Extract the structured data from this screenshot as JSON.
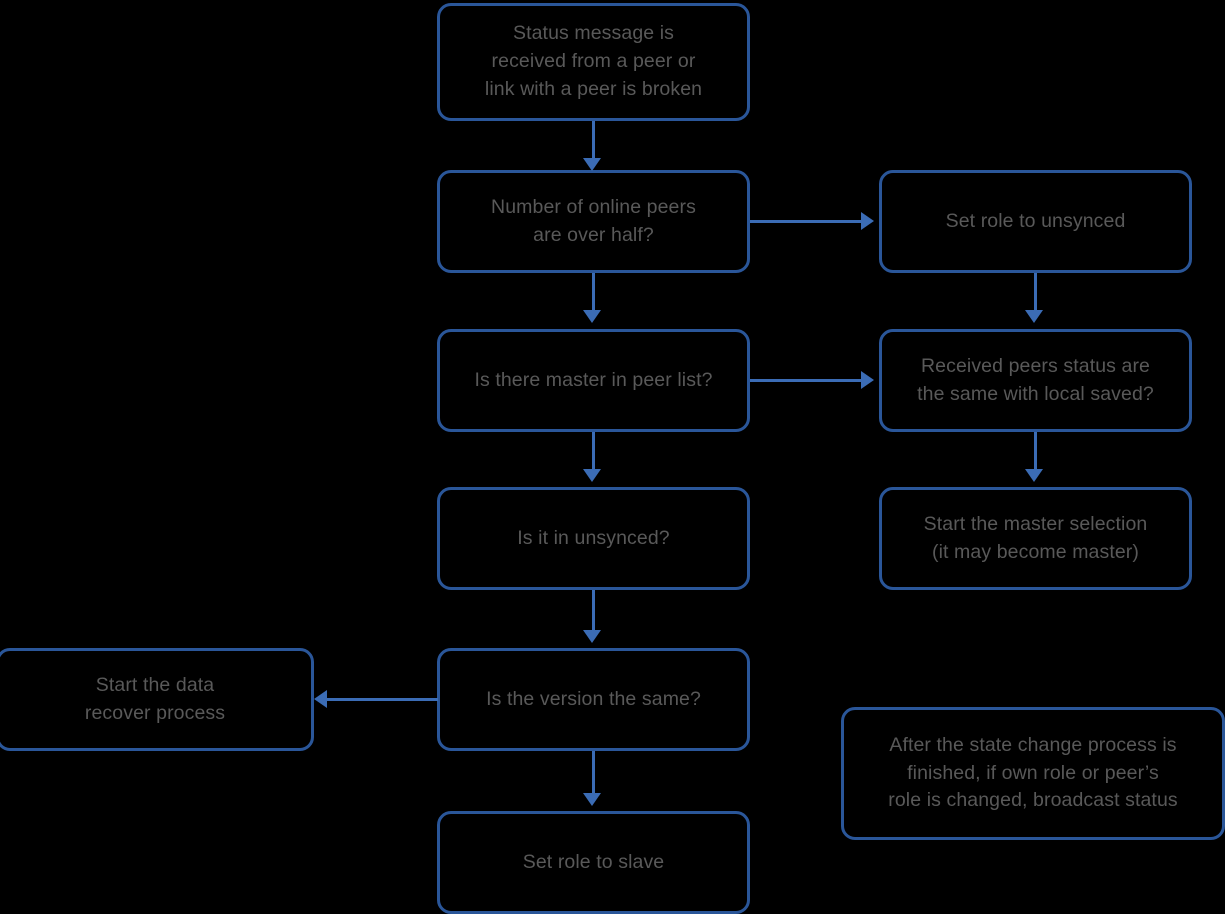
{
  "diagram": {
    "title": "Peer status change state machine flowchart",
    "colors": {
      "background": "#000000",
      "node_border": "#2a5699",
      "node_fill": "#000000",
      "text": "#595959",
      "edge": "#3b6cb5"
    },
    "nodes": [
      {
        "id": "status-message-received",
        "label": "Status message is\nreceived from a peer or\nlink with a peer is broken"
      },
      {
        "id": "online-peers-over-half",
        "label": "Number of online peers\nare over half?"
      },
      {
        "id": "set-role-to-unsynced",
        "label": "Set role to unsynced"
      },
      {
        "id": "is-there-master-in-peer-list",
        "label": "Is there master in peer list?"
      },
      {
        "id": "received-peers-status-same",
        "label": "Received peers status are\nthe same with local saved?"
      },
      {
        "id": "is-it-in-unsynced",
        "label": "Is it in unsynced?"
      },
      {
        "id": "start-master-selection",
        "label": "Start the master selection\n(it may become master)"
      },
      {
        "id": "start-data-recover-process",
        "label": "Start the data\nrecover process"
      },
      {
        "id": "is-the-version-the-same",
        "label": "Is the version the same?"
      },
      {
        "id": "set-role-to-slave",
        "label": "Set role to slave"
      },
      {
        "id": "broadcast-status-note",
        "label": "After the state change process is\nfinished, if own role or peer’s\nrole is changed, broadcast status"
      }
    ],
    "edges": [
      {
        "id": "edge-status-to-online-peers",
        "from": "status-message-received",
        "to": "online-peers-over-half",
        "direction": "down"
      },
      {
        "id": "edge-online-peers-to-unsynced",
        "from": "online-peers-over-half",
        "to": "set-role-to-unsynced",
        "direction": "right"
      },
      {
        "id": "edge-online-peers-to-master-list",
        "from": "online-peers-over-half",
        "to": "is-there-master-in-peer-list",
        "direction": "down"
      },
      {
        "id": "edge-unsynced-to-received-status",
        "from": "set-role-to-unsynced",
        "to": "received-peers-status-same",
        "direction": "down"
      },
      {
        "id": "edge-master-list-to-received-status",
        "from": "is-there-master-in-peer-list",
        "to": "received-peers-status-same",
        "direction": "right"
      },
      {
        "id": "edge-master-list-to-in-unsynced",
        "from": "is-there-master-in-peer-list",
        "to": "is-it-in-unsynced",
        "direction": "down"
      },
      {
        "id": "edge-received-status-to-master-selection",
        "from": "received-peers-status-same",
        "to": "start-master-selection",
        "direction": "down"
      },
      {
        "id": "edge-in-unsynced-to-version",
        "from": "is-it-in-unsynced",
        "to": "is-the-version-the-same",
        "direction": "down"
      },
      {
        "id": "edge-version-to-data-recover",
        "from": "is-the-version-the-same",
        "to": "start-data-recover-process",
        "direction": "left"
      },
      {
        "id": "edge-version-to-set-slave",
        "from": "is-the-version-the-same",
        "to": "set-role-to-slave",
        "direction": "down"
      }
    ]
  }
}
